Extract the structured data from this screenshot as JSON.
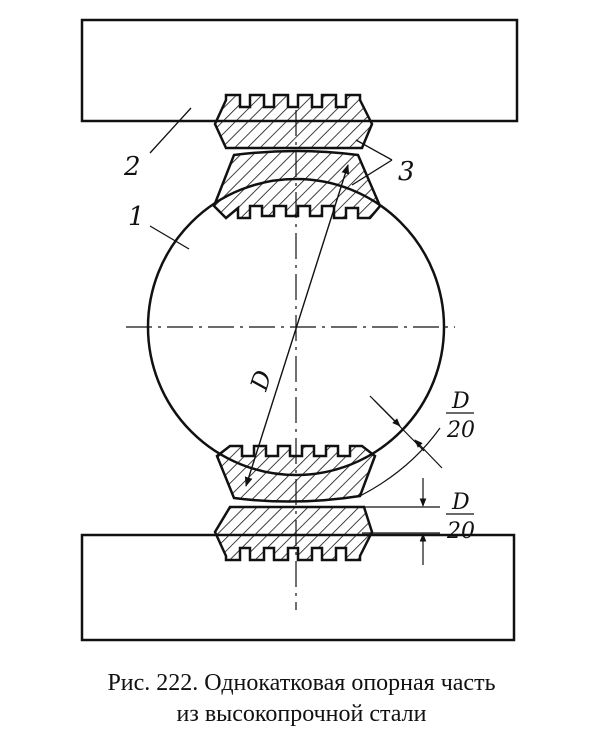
{
  "labels": {
    "roller": "1",
    "plate": "2",
    "teeth": "3",
    "diameter": "D",
    "gap_num_1": "D",
    "gap_den_1": "20",
    "gap_num_2": "D",
    "gap_den_2": "20"
  },
  "caption": {
    "line1": "Рис. 222. Однокатковая опорная часть",
    "line2": "из высокопрочной стали"
  }
}
